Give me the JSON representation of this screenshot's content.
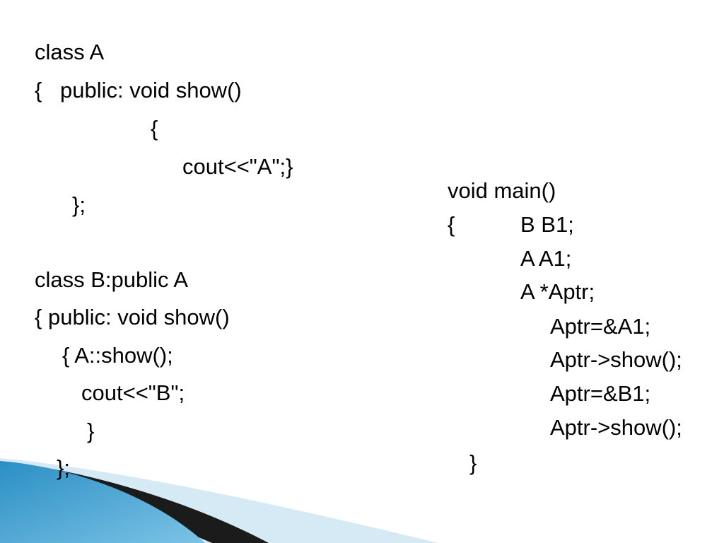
{
  "slide": {
    "left_code": [
      "class A",
      "{",
      "public: void show()",
      "{",
      "cout<<\"A\";}",
      "};",
      "class B:public A",
      "{ public: void show()",
      "{ A::show();",
      "cout<<\"B\";",
      "}",
      "};"
    ],
    "right_code": [
      "void main()",
      "{",
      "B B1;",
      "A A1;",
      "A *Aptr;",
      "Aptr=&A1;",
      "Aptr->show();",
      "Aptr=&B1;",
      "Aptr->show();",
      "}"
    ],
    "colors": {
      "accent_blue": "#3a9fd0",
      "accent_light": "#a8d4ea",
      "accent_dark": "#1a1a1a"
    }
  }
}
